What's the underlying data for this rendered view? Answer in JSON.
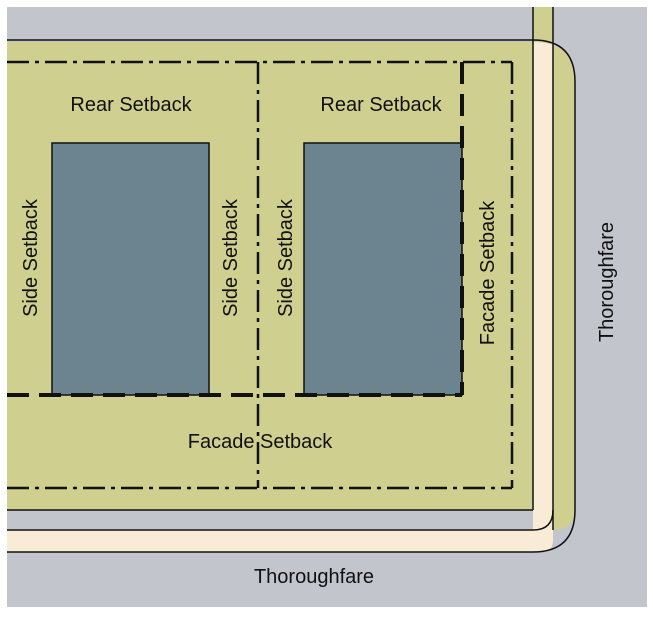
{
  "colors": {
    "road": "#c3c5cc",
    "lot": "#cfcf8f",
    "sidewalk": "#f8ecd6",
    "building": "#6c8390",
    "line": "#111111"
  },
  "labels": {
    "rear_setback_left": "Rear Setback",
    "rear_setback_right": "Rear Setback",
    "side_setback_left": "Side Setback",
    "side_setback_mid_left": "Side Setback",
    "side_setback_mid_right": "Side Setback",
    "facade_setback_right": "Facade Setback",
    "facade_setback_bottom": "Facade Setback",
    "thoroughfare_bottom": "Thoroughfare",
    "thoroughfare_right": "Thoroughfare"
  }
}
